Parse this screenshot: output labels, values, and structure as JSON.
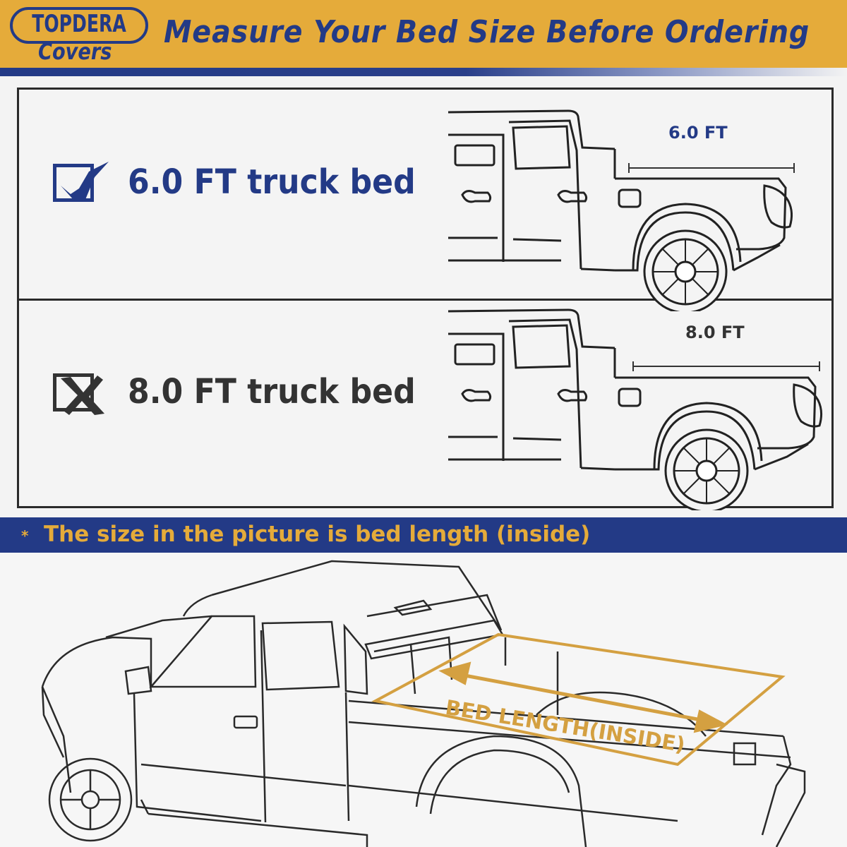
{
  "header": {
    "logo_top": "TOPDERA",
    "logo_bottom": "Covers",
    "title": "Measure Your Bed Size Before Ordering"
  },
  "options": [
    {
      "label": "6.0 FT truck bed",
      "dimension": "6.0 FT",
      "state": "checked",
      "color": "#233a86"
    },
    {
      "label": "8.0 FT truck bed",
      "dimension": "8.0 FT",
      "state": "crossed",
      "color": "#333333"
    }
  ],
  "note": {
    "star": "*",
    "text": "The size in the picture is bed length (inside)"
  },
  "diagram": {
    "label": "BED LENGTH(INSIDE)"
  },
  "colors": {
    "navy": "#233a86",
    "gold": "#e5ab3a",
    "gold_line": "#d4a041",
    "dark": "#333333"
  },
  "icons": {
    "checked": "checkmark-icon",
    "crossed": "cross-icon"
  }
}
